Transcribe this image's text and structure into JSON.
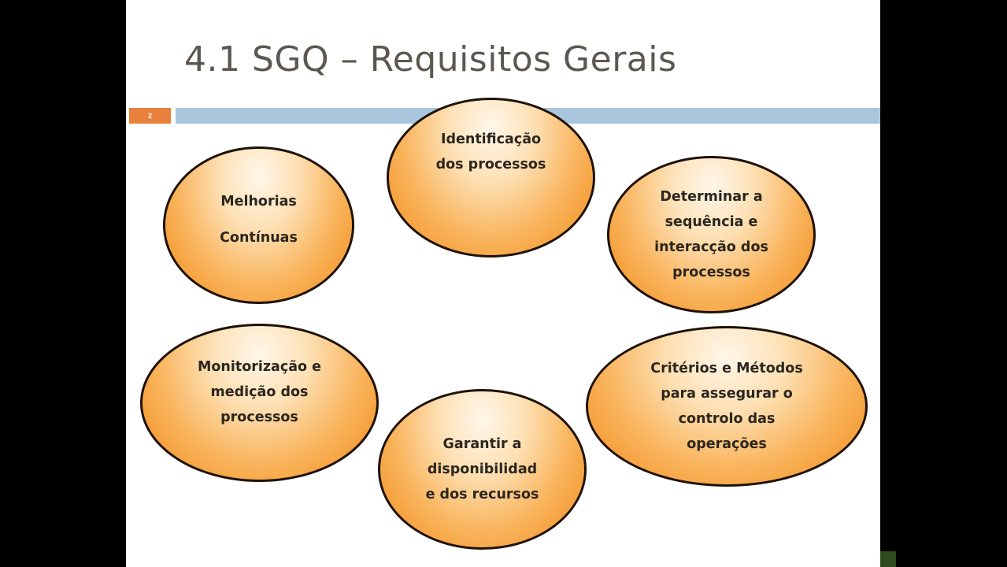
{
  "slide": {
    "title": "4.1 SGQ – Requisitos Gerais",
    "number": "2"
  },
  "bubbles": {
    "melhorias": [
      "Melhorias",
      "Contínuas"
    ],
    "identificacao": [
      "Identificação",
      "dos processos"
    ],
    "determinar": [
      "Determinar a",
      "sequência e",
      "interacção dos",
      "processos"
    ],
    "monitorizacao": [
      "Monitorização e",
      "medição dos",
      "processos"
    ],
    "garantir": [
      "Garantir a",
      "disponibilidad",
      "e dos recursos"
    ],
    "criterios": [
      "Critérios e Métodos",
      "para assegurar o",
      "controlo das",
      "operações"
    ]
  },
  "colors": {
    "accent_orange": "#e9803c",
    "title_bar_blue": "#a9c6dc",
    "bubble_fill": "#f9b45c",
    "bubble_border": "#1e1208"
  }
}
